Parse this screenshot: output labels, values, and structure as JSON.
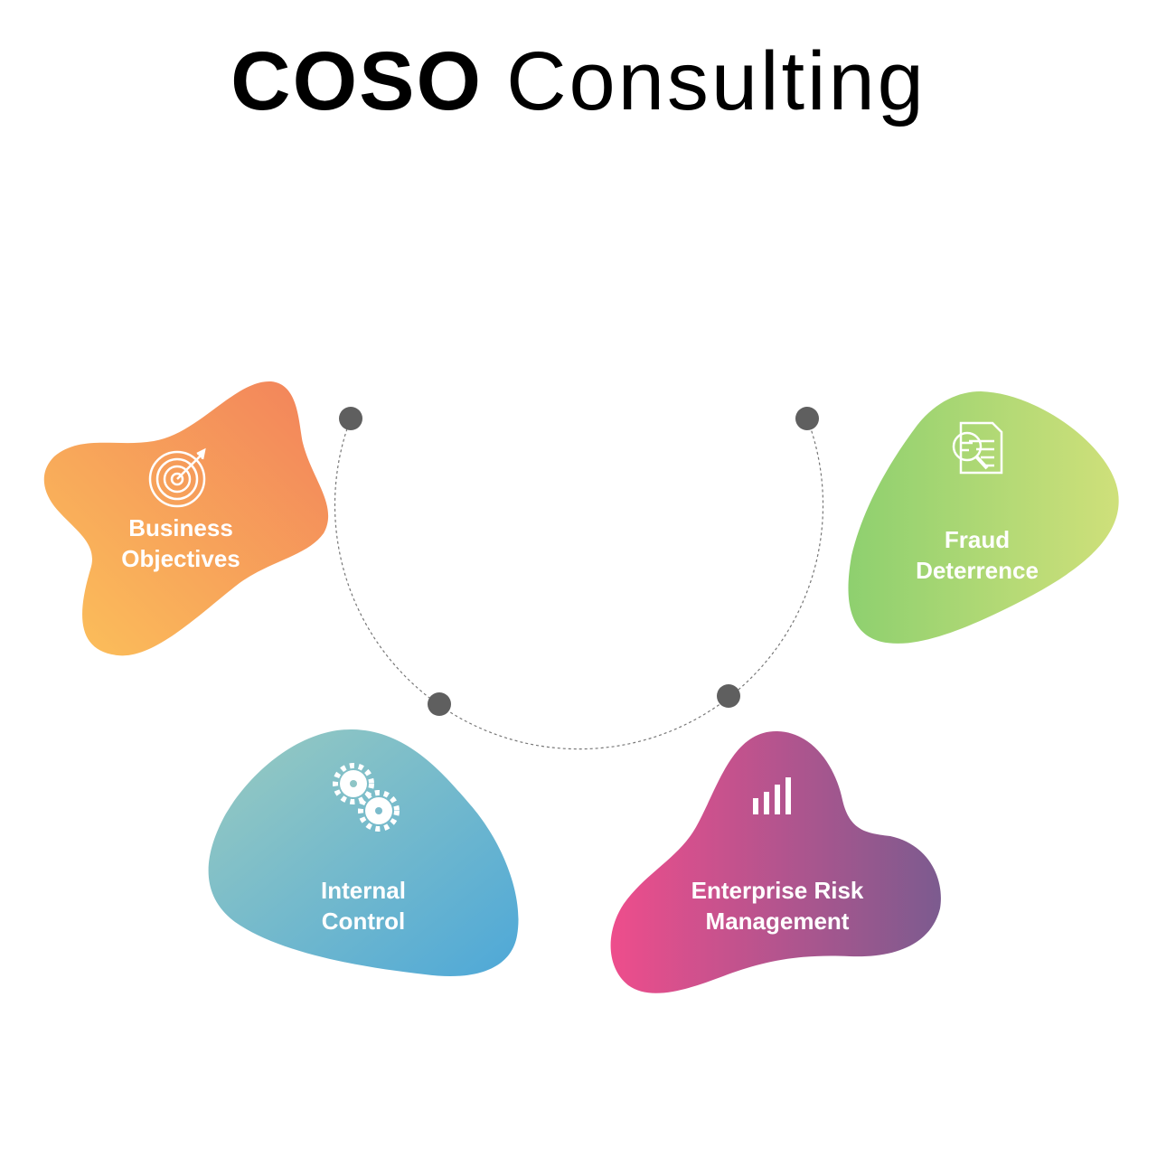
{
  "title": {
    "brand": "COSO",
    "rest": "Consulting"
  },
  "items": [
    {
      "label_line1": "Business",
      "label_line2": "Objectives",
      "icon": "target-icon",
      "colors": [
        "#fcc25a",
        "#f2825b"
      ]
    },
    {
      "label_line1": "Fraud",
      "label_line2": "Deterrence",
      "icon": "document-search-icon",
      "colors": [
        "#8ed06f",
        "#cfe07a"
      ]
    },
    {
      "label_line1": "Internal",
      "label_line2": "Control",
      "icon": "gears-icon",
      "colors": [
        "#9acbc0",
        "#4ea8d8"
      ]
    },
    {
      "label_line1": "Enterprise Risk",
      "label_line2": "Management",
      "icon": "bar-chart-icon",
      "colors": [
        "#ee4d8c",
        "#7c5b8f"
      ]
    }
  ],
  "connector_color": "#5f5f5f"
}
